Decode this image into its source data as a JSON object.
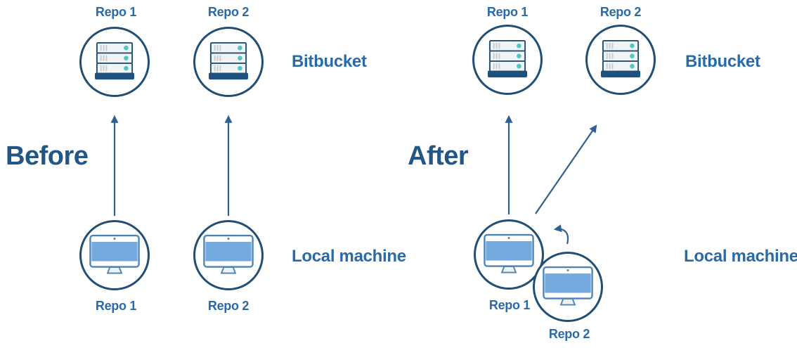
{
  "colors": {
    "heading": "#225687",
    "label": "#2a6aa5",
    "arrow": "#2e6090",
    "circle_border": "#214e74",
    "server_navy": "#1e5180",
    "teal": "#4ec7c7",
    "screen_blue": "#74aadd",
    "monitor_border": "#4d84b8"
  },
  "before": {
    "title": "Before",
    "bitbucket_label": "Bitbucket",
    "local_machine_label": "Local machine",
    "remote_repo_labels": [
      "Repo 1",
      "Repo 2"
    ],
    "local_repo_labels": [
      "Repo 1",
      "Repo 2"
    ]
  },
  "after": {
    "title": "After",
    "bitbucket_label": "Bitbucket",
    "local_machine_label": "Local machine",
    "remote_repo_labels": [
      "Repo 1",
      "Repo 2"
    ],
    "local_repo_labels": [
      "Repo 1",
      "Repo 2"
    ]
  },
  "icons": {
    "remote_node": "server-icon",
    "local_node": "monitor-icon",
    "push_arrows": "push-arrow-up",
    "merge_arrow": "curved-merge-arrow"
  }
}
